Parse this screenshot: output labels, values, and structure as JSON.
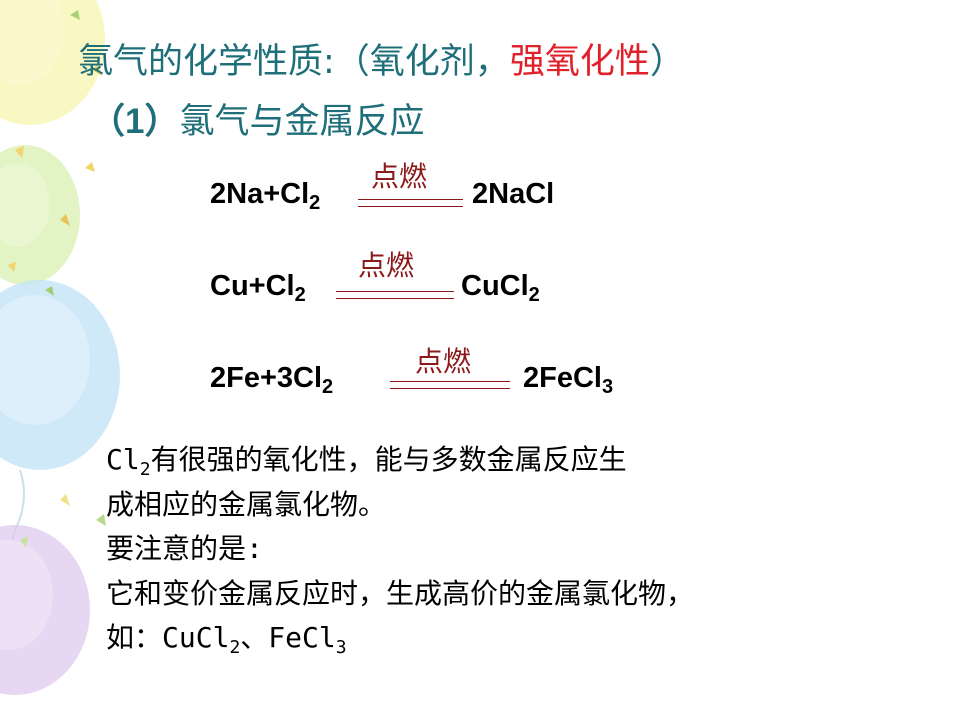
{
  "title": {
    "part1": "氯气的化学性质:（",
    "part2": "氧化剂，",
    "part3": "强氧化性",
    "part4": "）"
  },
  "subtitle": {
    "number": "（1）",
    "text": "氯气与金属反应"
  },
  "equations": [
    {
      "left": "2Na+Cl",
      "left_sub": "2",
      "condition": "点燃",
      "right": "2NaCl",
      "right_sub": ""
    },
    {
      "left": "Cu+Cl",
      "left_sub": "2",
      "condition": "点燃",
      "right": "CuCl",
      "right_sub": "2"
    },
    {
      "left": "2Fe+3Cl",
      "left_sub": "2",
      "condition": "点燃",
      "right": "2FeCl",
      "right_sub": "3"
    }
  ],
  "body": {
    "line1_a": "Cl",
    "line1_sub": "2",
    "line1_b": "有很强的氧化性，能与多数金属反应生",
    "line2": "成相应的金属氯化物。",
    "line3": "要注意的是:",
    "line4": "它和变价金属反应时，生成高价的金属氯化物，",
    "line5_a": "如：CuCl",
    "line5_sub1": "2",
    "line5_b": "、FeCl",
    "line5_sub2": "3"
  },
  "colors": {
    "heading": "#1f6f7a",
    "highlight": "#e0202a",
    "condition": "#8b1a1a"
  }
}
